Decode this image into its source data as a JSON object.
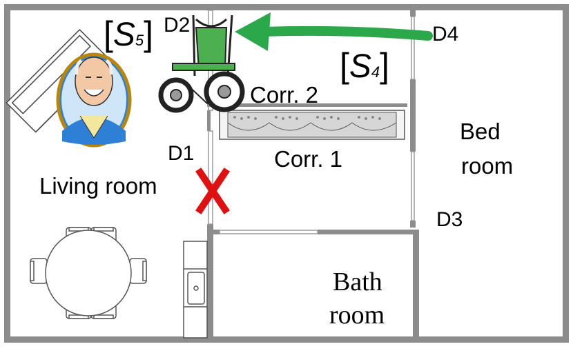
{
  "rooms": {
    "living": "Living room",
    "bed_line1": "Bed",
    "bed_line2": "room",
    "bath_line1": "Bath",
    "bath_line2": "room"
  },
  "corridors": {
    "corr1": "Corr. 1",
    "corr2": "Corr. 2"
  },
  "doors": {
    "d1": "D1",
    "d2": "D2",
    "d3": "D3",
    "d4": "D4"
  },
  "states": {
    "s5": {
      "open": "[",
      "letter": "S",
      "sub": "5",
      "close": "]"
    },
    "s4": {
      "open": "[",
      "letter": "S",
      "sub": "4",
      "close": "]"
    }
  },
  "colors": {
    "wall": "#8c8c8c",
    "arrow": "#2aa84a",
    "blocked": "#e01010",
    "wheelchair": "#4caf50",
    "portrait_frame": "#b8860b",
    "portrait_bg": "#2e7fd6"
  },
  "icons": {
    "blocked_marker": "red-x-icon",
    "path_arrow": "green-arrow-icon",
    "wheelchair": "wheelchair-icon",
    "person": "elderly-man-portrait"
  }
}
